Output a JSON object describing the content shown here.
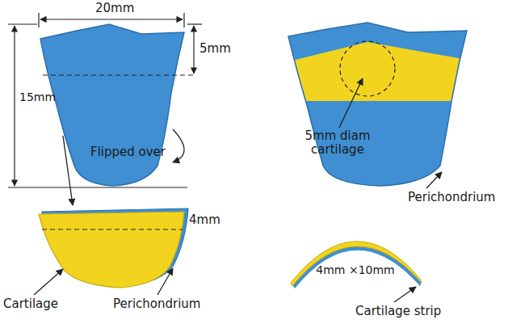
{
  "diagram": {
    "labels": [
      "20mm",
      "5mm",
      "15mm",
      "5mm diam cartilage",
      "Flipped over",
      "Perichondrium",
      "4mm",
      "Cartilage",
      "Perichondrium",
      "4mm ×10mm",
      "Cartilage strip"
    ]
  }
}
